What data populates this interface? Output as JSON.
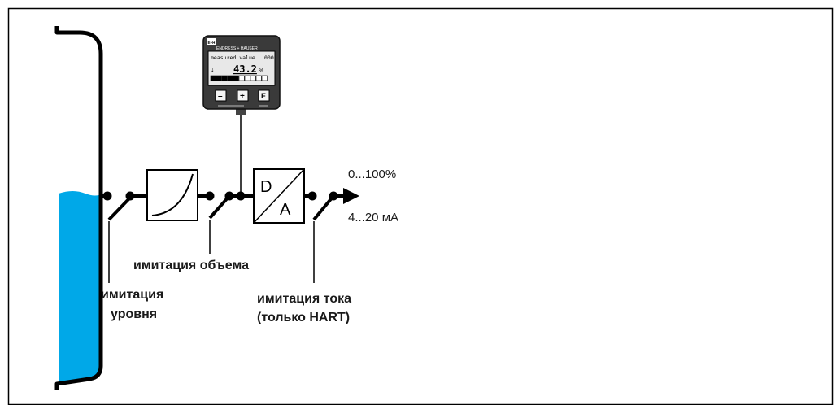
{
  "colors": {
    "liquid": "#00a8e8",
    "line": "#000000",
    "device_body": "#3a3a3a",
    "lcd": "#e8e8e8"
  },
  "device": {
    "brand": "ENDRESS + HAUSER",
    "logo": "E+H",
    "display_title": "measured value",
    "display_code": "000",
    "value": "43.2",
    "unit": "%",
    "level_fraction": 0.45,
    "buttons": [
      "–",
      "+",
      "E"
    ]
  },
  "blocks": {
    "da_top": "D",
    "da_bottom": "A"
  },
  "outputs": {
    "percent": "0...100%",
    "current": "4...20 мА"
  },
  "labels": {
    "level_sim_line1": "имитация",
    "level_sim_line2": "уровня",
    "volume_sim": "имитация объема",
    "current_sim_line1": "имитация тока",
    "current_sim_line2": "(только HART)"
  }
}
